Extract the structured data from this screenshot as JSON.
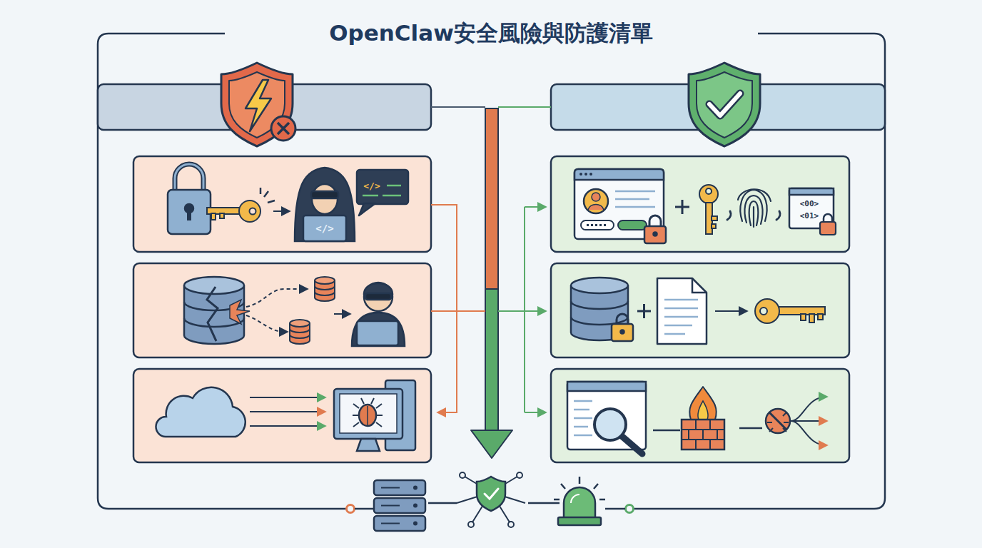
{
  "diagram": {
    "title": "OpenClaw安全風險與防護清單",
    "labels": [
      "</>",
      "</>",
      "<00>",
      "<01>"
    ]
  }
}
